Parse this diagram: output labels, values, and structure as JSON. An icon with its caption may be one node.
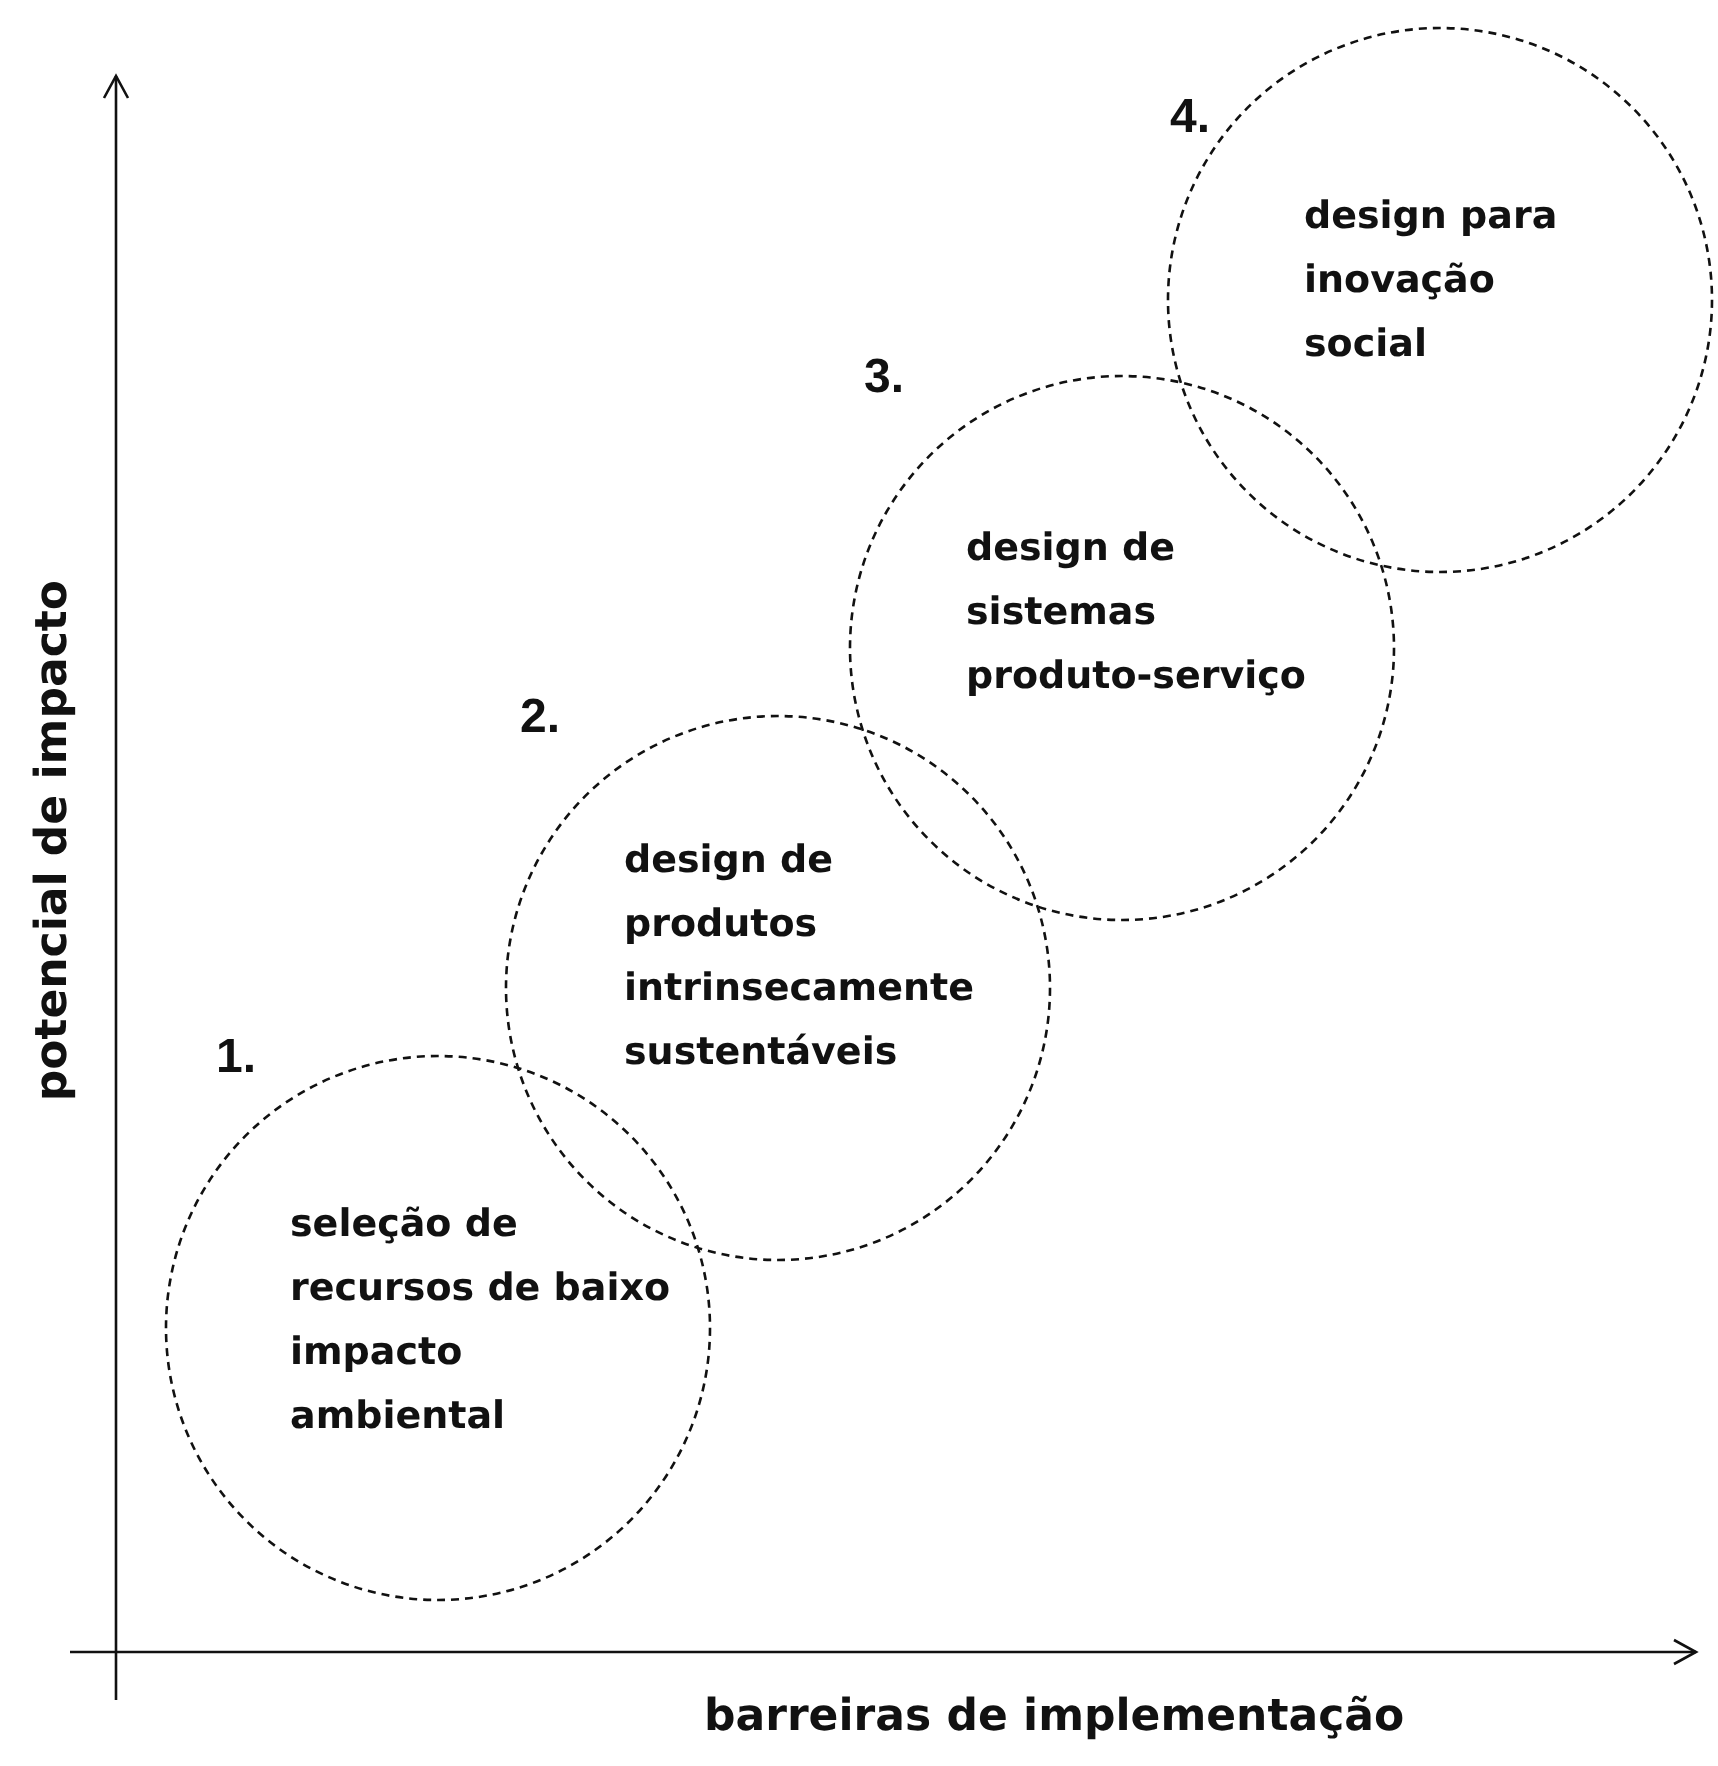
{
  "diagram": {
    "nodes": [
      {
        "text": [
          "1.",
          "seleção de recursos de baixo impacto ambiental"
        ]
      },
      {
        "text": [
          "2.",
          "design de produtos intrinsecamente sustentáveis"
        ]
      },
      {
        "text": [
          "3.",
          "design de sistemas produto-serviço"
        ]
      },
      {
        "text": [
          "4.",
          "design para inovação social"
        ]
      }
    ],
    "labels": [
      "potencial de impacto",
      "barreiras de implementação"
    ]
  }
}
